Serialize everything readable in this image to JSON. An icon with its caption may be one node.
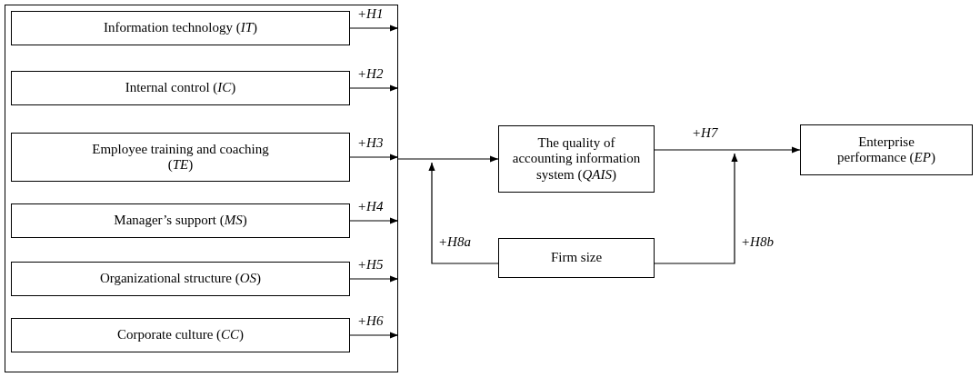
{
  "diagram": {
    "nodes": [
      {
        "text": [],
        "shape": "box"
      },
      {
        "text": [
          "Information technology (*IT*)"
        ],
        "in": 0
      },
      {
        "text": [
          "Internal control (*IC*)"
        ],
        "in": 0
      },
      {
        "text": [
          "Employee training and coaching (*TE*)"
        ],
        "in": 0
      },
      {
        "text": [
          "Manager’s support (*MS*)"
        ],
        "in": 0
      },
      {
        "text": [
          "Organizational structure (*OS*)"
        ],
        "in": 0
      },
      {
        "text": [
          "Corporate culture (*CC*)"
        ],
        "in": 0
      },
      {
        "text": [
          "The quality of accounting information system (*QAIS*)"
        ]
      },
      {
        "text": [
          "Enterprise performance (*EP*)"
        ]
      },
      {
        "text": [
          "Firm size"
        ]
      }
    ],
    "edges": [
      {
        "from": 1,
        "to": 0,
        "arrow": "to",
        "label": "+H1"
      },
      {
        "from": 2,
        "to": 0,
        "arrow": "to",
        "label": "+H2"
      },
      {
        "from": 3,
        "to": 0,
        "arrow": "to",
        "label": "+H3"
      },
      {
        "from": 4,
        "to": 0,
        "arrow": "to",
        "label": "+H4"
      },
      {
        "from": 5,
        "to": 0,
        "arrow": "to",
        "label": "+H5"
      },
      {
        "from": 6,
        "to": 0,
        "arrow": "to",
        "label": "+H6"
      },
      {
        "from": 0,
        "to": 7,
        "arrow": "to"
      },
      {
        "from": 7,
        "to": 8,
        "arrow": "to",
        "label": "+H7"
      },
      {
        "from": 9,
        "to": null,
        "arrow": "to",
        "label": "+H8a"
      },
      {
        "from": 9,
        "to": null,
        "arrow": "to",
        "label": "+H8b"
      }
    ]
  }
}
